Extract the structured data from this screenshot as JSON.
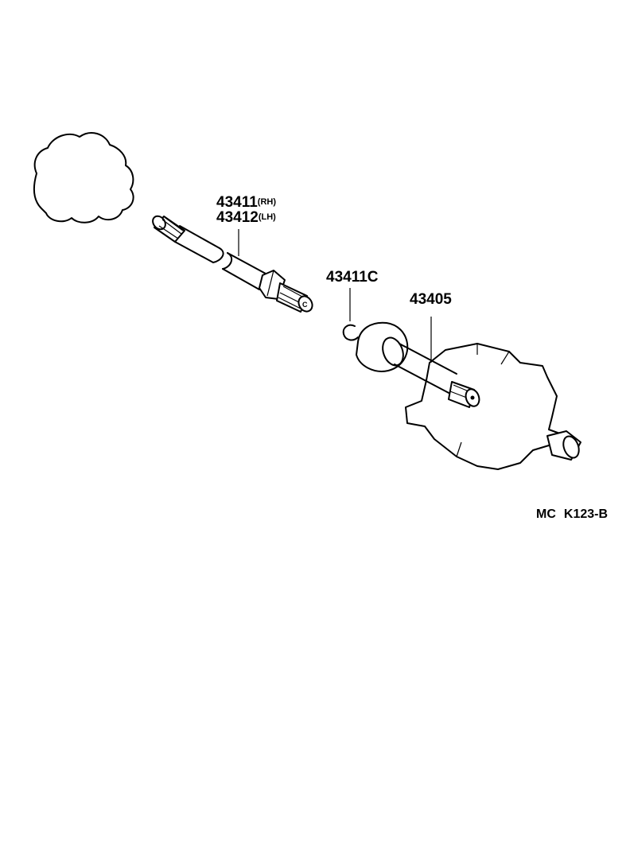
{
  "parts": {
    "shaft_rh": {
      "number": "43411",
      "suffix": "(RH)"
    },
    "shaft_lh": {
      "number": "43412",
      "suffix": "(LH)"
    },
    "snap_ring": {
      "number": "43411C"
    },
    "joint_assembly": {
      "number": "43405"
    }
  },
  "diagram_code": {
    "prefix": "MC",
    "code": "K123-B"
  }
}
